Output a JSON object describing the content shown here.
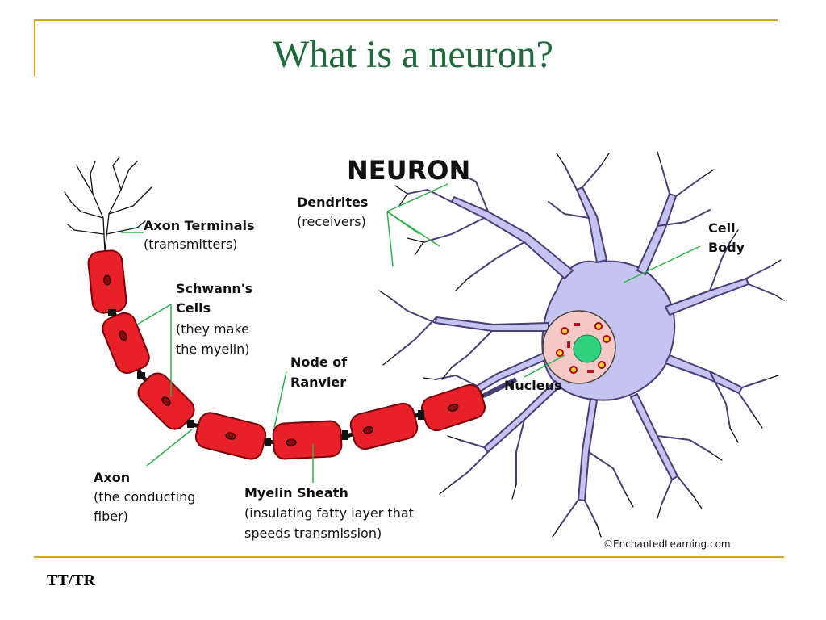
{
  "slide": {
    "title": "What is a neuron?",
    "footer": "TT/TR"
  },
  "diagram": {
    "heading": "NEURON",
    "copyright": "©EnchantedLearning.com",
    "labels": {
      "dendrites_title": "Dendrites",
      "dendrites_sub": "(receivers)",
      "cell_body_l1": "Cell",
      "cell_body_l2": "Body",
      "axon_terminals_title": "Axon Terminals",
      "axon_terminals_sub": "(tramsmitters)",
      "schwann_l1": "Schwann's",
      "schwann_l2": "Cells",
      "schwann_l3": "(they make",
      "schwann_l4": "the myelin)",
      "node_l1": "Node of",
      "node_l2": "Ranvier",
      "nucleus": "Nucleus",
      "axon_title": "Axon",
      "axon_l2": "(the conducting",
      "axon_l3": "fiber)",
      "myelin_title": "Myelin Sheath",
      "myelin_l2": "(insulating fatty layer that",
      "myelin_l3": "speeds transmission)"
    },
    "colors": {
      "title_green": "#1d6b3a",
      "rule_gold": "#d9a521",
      "myelin_red": "#e8202a",
      "cell_lavender": "#c5c3f0",
      "nucleus_pink": "#f6c9c9",
      "nucleolus_green": "#31d07c",
      "leader_green": "#2db34a"
    }
  }
}
